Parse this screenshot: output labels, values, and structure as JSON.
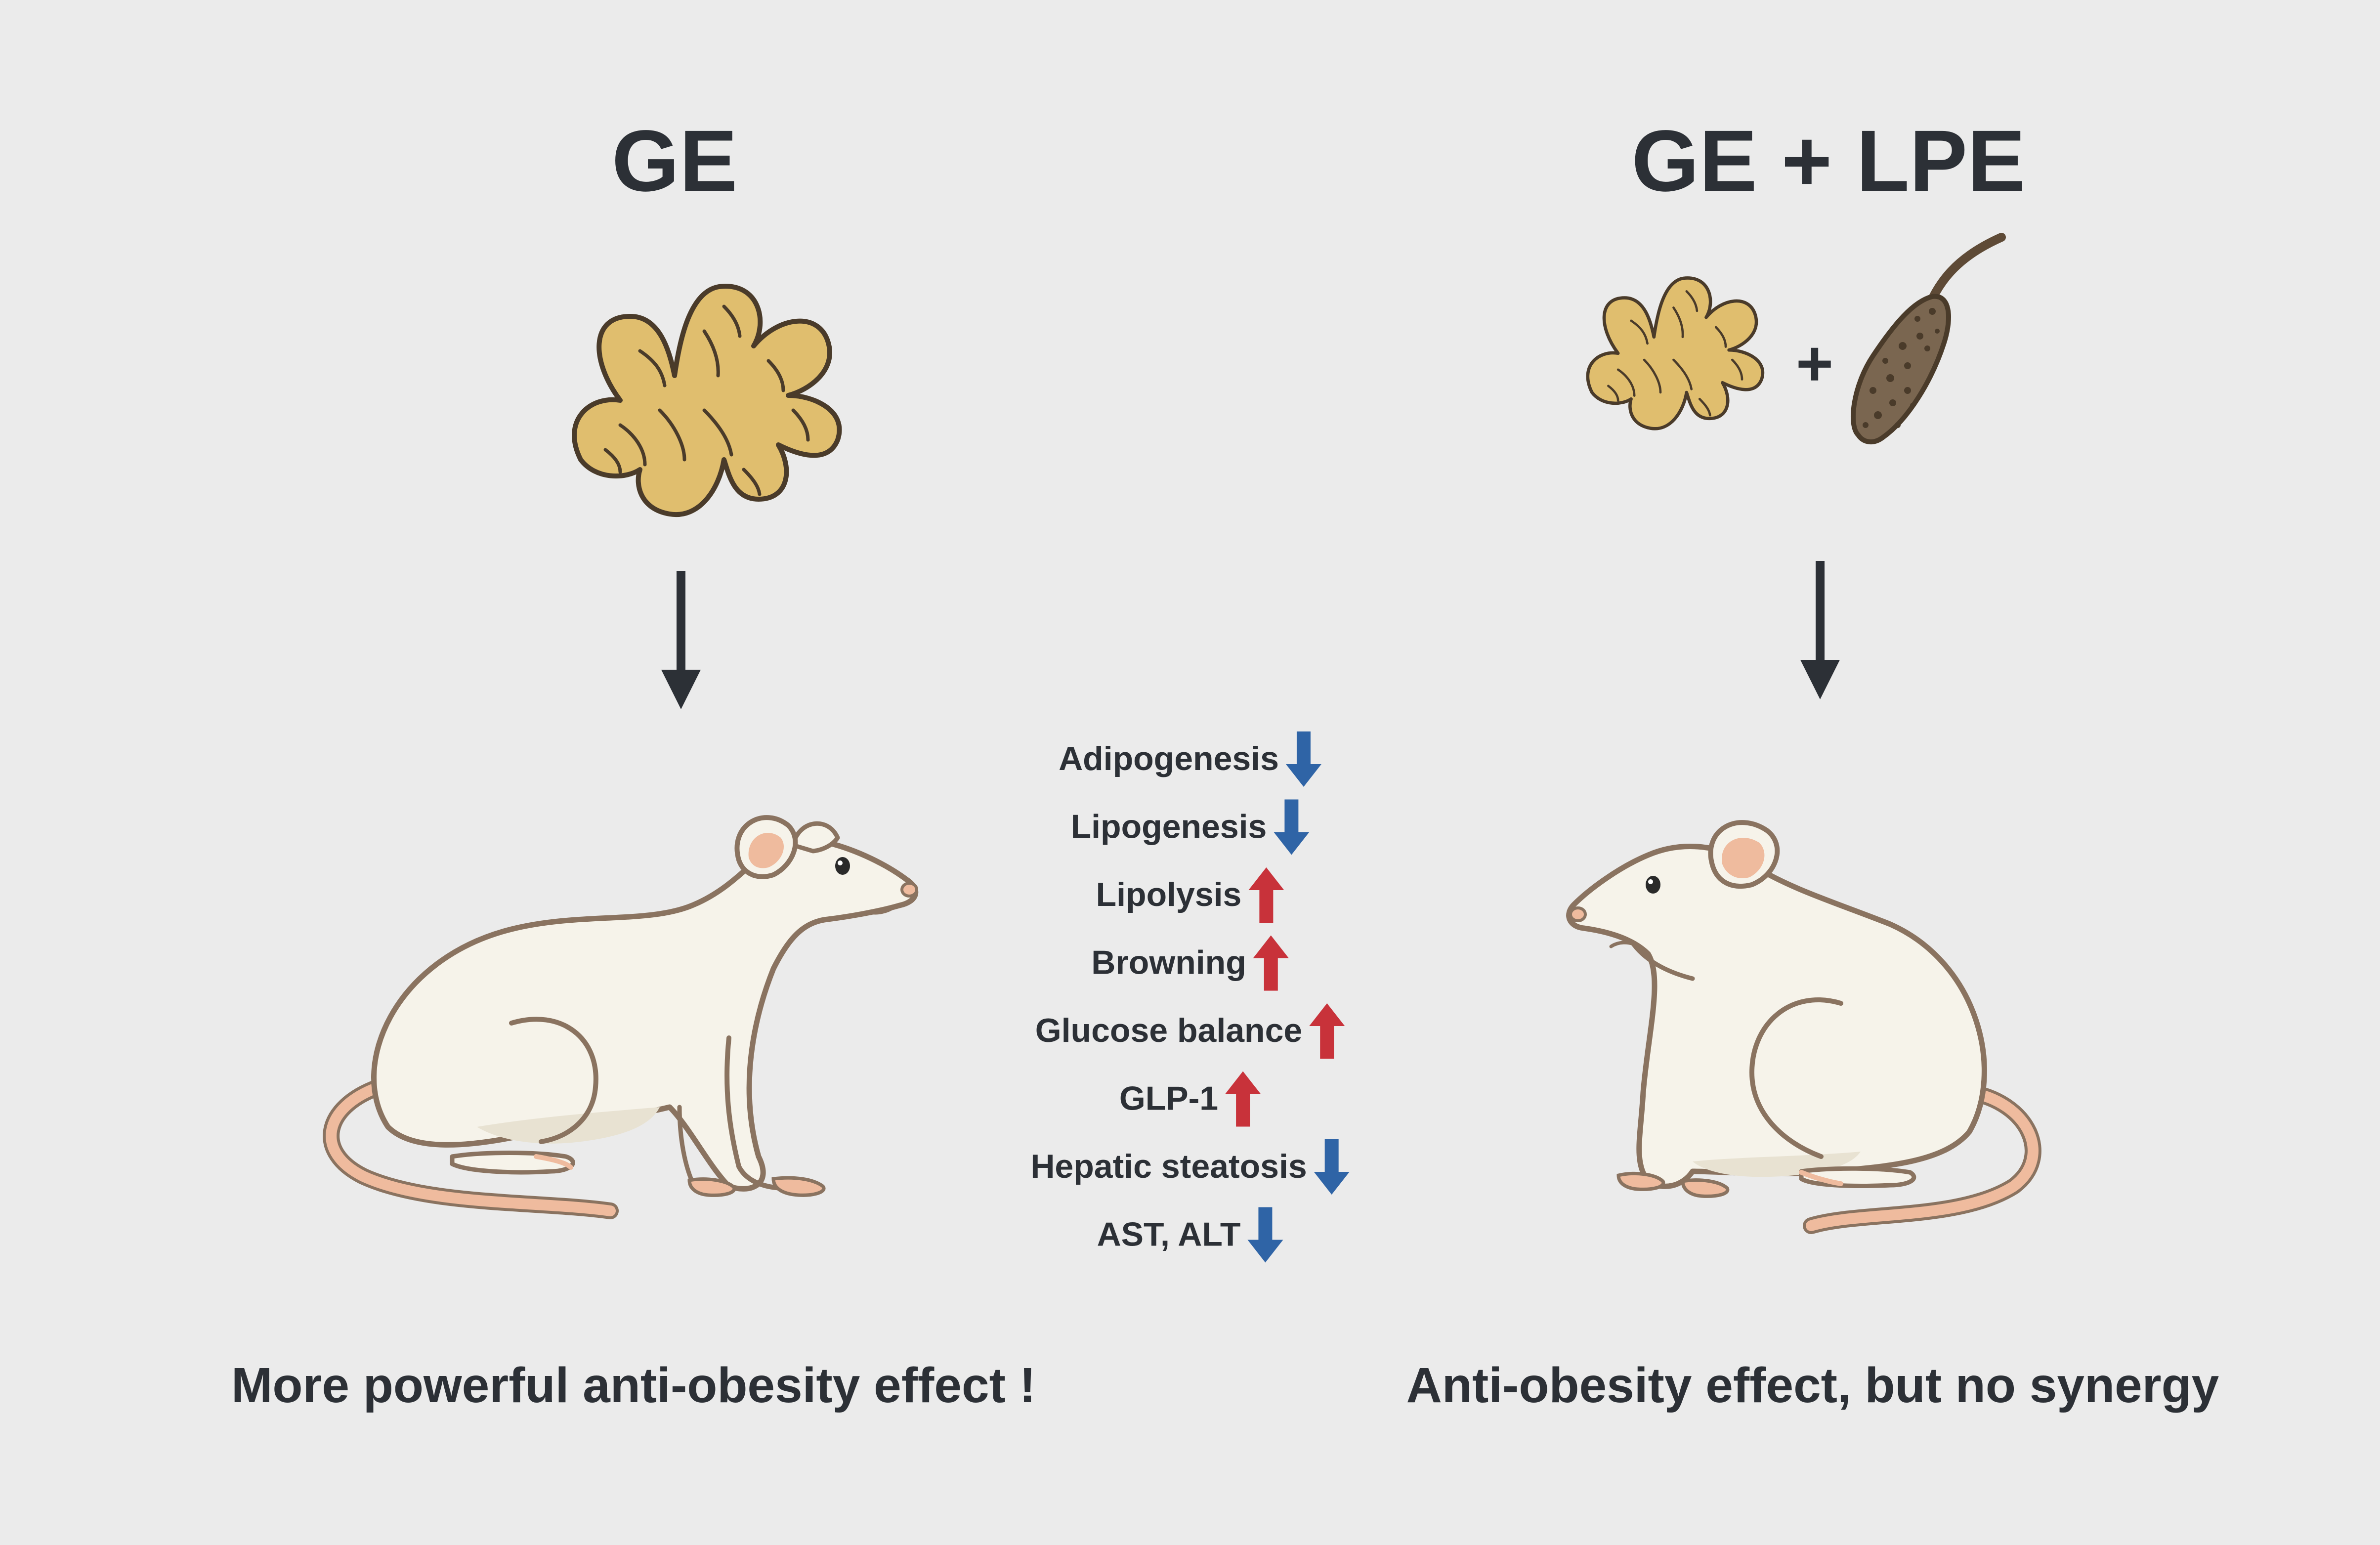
{
  "left_panel": {
    "title": "GE",
    "caption": "More powerful anti-obesity effect !",
    "icons": [
      "ginger-icon",
      "down-arrow-icon",
      "rat-icon"
    ]
  },
  "right_panel": {
    "title": "GE + LPE",
    "plus_sign": "+",
    "caption": "Anti-obesity effect, but no synergy",
    "icons": [
      "ginger-icon",
      "long-pepper-icon",
      "down-arrow-icon",
      "rat-icon"
    ]
  },
  "effects": [
    {
      "label": "Adipogenesis",
      "direction": "down"
    },
    {
      "label": "Lipogenesis",
      "direction": "down"
    },
    {
      "label": "Lipolysis",
      "direction": "up"
    },
    {
      "label": "Browning",
      "direction": "up"
    },
    {
      "label": "Glucose balance",
      "direction": "up"
    },
    {
      "label": "GLP-1",
      "direction": "up"
    },
    {
      "label": "Hepatic steatosis",
      "direction": "down"
    },
    {
      "label": "AST, ALT",
      "direction": "down"
    }
  ],
  "colors": {
    "background": "#ebebeb",
    "text": "#2c3036",
    "arrow_up": "#c8323a",
    "arrow_down": "#2f64a6",
    "ginger_fill": "#e0be6e",
    "ginger_outline": "#4a3b2a",
    "long_pepper_fill": "#7a6650",
    "rat_body": "#f6f3ea",
    "rat_outline": "#8a7360",
    "rat_pink": "#efbb9e"
  }
}
